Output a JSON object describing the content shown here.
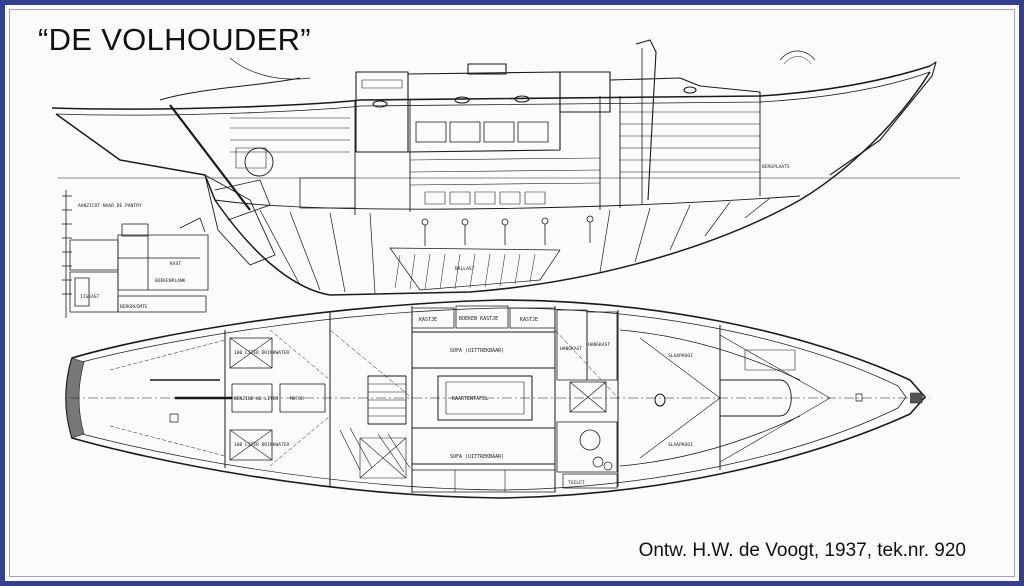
{
  "title": "“DE VOLHOUDER”",
  "caption": "Ontw. H.W. de Voogt, 1937, tek.nr. 920",
  "colors": {
    "frame": "#33408f",
    "paper": "#fbfbfa",
    "ink": "#1a1a1a"
  },
  "labels": {
    "aanzicht": "AANZICHT NAAR DE PANTRY",
    "kast": "KAST",
    "boekenplank": "BOEKENPLANK",
    "ijskast": "IJSKAST",
    "bergruimte": "BERGRUIMTE",
    "bergplaats": "BERGPLAATS",
    "ballast": "BALLAST",
    "kastje": "KASTJE",
    "boekenkastje": "BOEKEN KASTJE",
    "sofa_top": "SOFA (UITTREKBAAR)",
    "sofa_bottom": "SOFA (UITTREKBAAR)",
    "hangkast": "HANGKAST",
    "kaartentafel": "KAARTENTAFEL",
    "slaapkooi_top": "SLAAPKOOI",
    "slaapkooi_bottom": "SLAAPKOOI",
    "tank_top": "100 LITER DRINKWATER",
    "tank_bottom": "100 LITER DRINKWATER",
    "benzine": "BENZINE 60 LITER",
    "motor": "MOTOR",
    "toilet": "TOILET"
  }
}
